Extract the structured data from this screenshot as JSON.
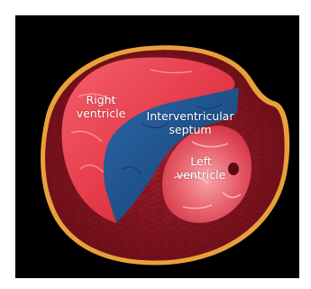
{
  "labels": {
    "right_ventricle": [
      "Right",
      "ventricle"
    ],
    "septum": [
      "Interventricular",
      "septum"
    ],
    "left_ventricle": [
      "Left",
      "ventricle"
    ]
  },
  "colors": {
    "background": "#000000",
    "outer_rim": "#e8a13a",
    "myocardium": "#8b1522",
    "right_ventricle": "#e23545",
    "septum": "#1d4f86",
    "left_ventricle": "#e34a59"
  }
}
